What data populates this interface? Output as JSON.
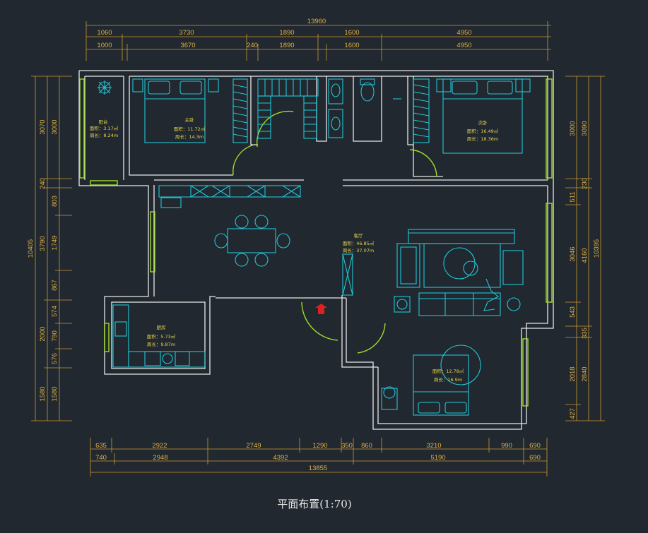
{
  "drawing": {
    "title": "平面布置(1:70)",
    "dims_top_total": "13960",
    "dims_top_row1": [
      "1060",
      "3730",
      "1890",
      "1600",
      "4950"
    ],
    "dims_top_row2": [
      "1000",
      "3670",
      "240",
      "1890",
      "1600",
      "4950"
    ],
    "dims_left_total": "10405",
    "dims_left_row1": [
      "3070",
      "240",
      "3790",
      "2000",
      "1580"
    ],
    "dims_left_row2": [
      "3000",
      "803",
      "1749",
      "867",
      "574",
      "790",
      "576",
      "1580"
    ],
    "dims_right_total": "10395",
    "dims_right_row1": [
      "3090",
      "230",
      "4160",
      "335",
      "2840"
    ],
    "dims_right_row2": [
      "3000",
      "511",
      "3046",
      "543",
      "2018",
      "427"
    ],
    "dims_bottom_row1": [
      "635",
      "2922",
      "2749",
      "1290",
      "350",
      "860",
      "3210",
      "990",
      "690"
    ],
    "dims_bottom_row2": [
      "740",
      "2948",
      "4392",
      "5190",
      "690"
    ],
    "dims_bottom_total": "13855"
  },
  "rooms": {
    "balcony": {
      "name": "阳台",
      "area": "面积：3.17㎡",
      "perimeter": "周长：8.24m"
    },
    "master_bedroom": {
      "name": "主卧",
      "area": "面积：11.72㎡",
      "perimeter": "周长：14.3m"
    },
    "second_bedroom": {
      "name": "次卧",
      "area": "面积：16.49㎡",
      "perimeter": "周长：18.36m"
    },
    "living_room": {
      "name": "客厅",
      "area": "面积：46.85㎡",
      "perimeter": "周长：37.07m"
    },
    "kitchen": {
      "name": "厨房",
      "area": "面积：5.73㎡",
      "perimeter": "周长：9.87m"
    },
    "third_bedroom": {
      "area": "面积：12.78㎡",
      "perimeter": "周长：16.9m"
    }
  },
  "colors": {
    "background": "#212830",
    "walls": "#e8e8e8",
    "furniture": "#21c6d6",
    "doors": "#9fdc2a",
    "dimensions": "#e0b040",
    "entry_marker": "#e02020"
  }
}
